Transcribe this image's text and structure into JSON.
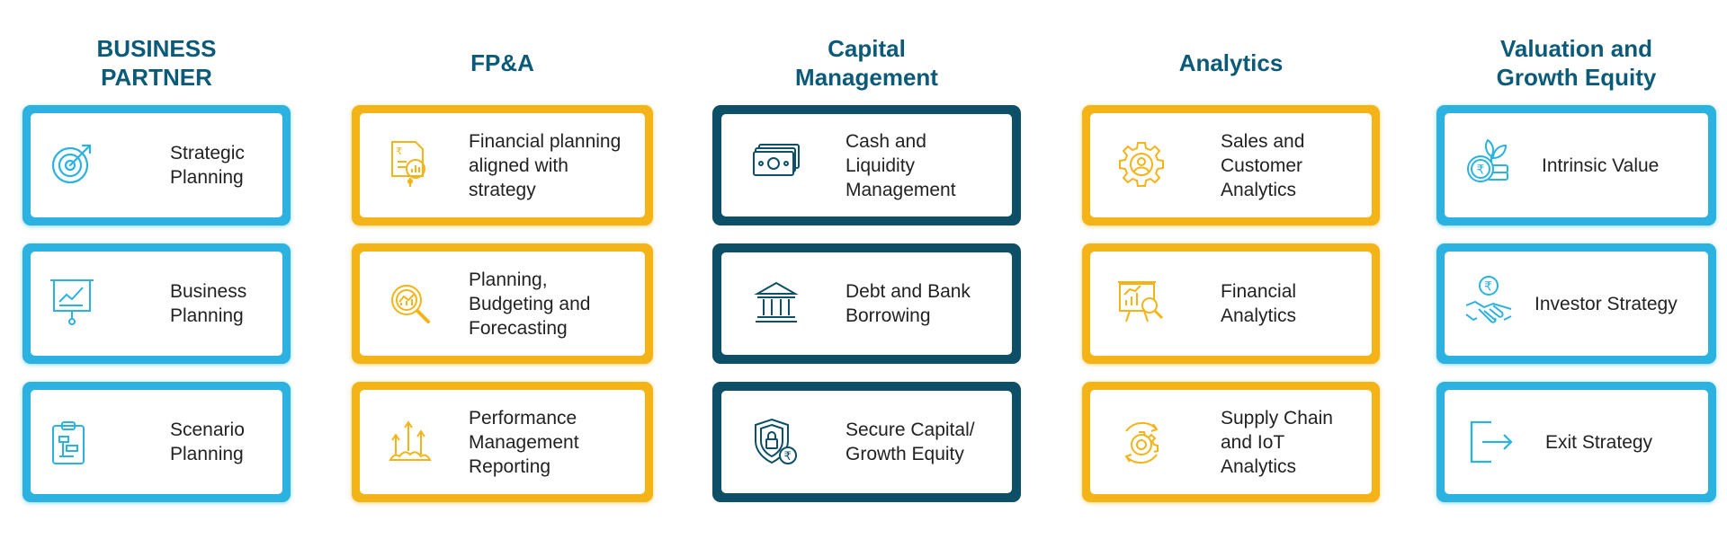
{
  "colors": {
    "blue": "#2bb2e0",
    "gold": "#f4b418",
    "teal": "#0d4f66",
    "title": "#0b5a78"
  },
  "columns": [
    {
      "title": "BUSINESS\nPARTNER",
      "cards": [
        {
          "label": "Strategic\nPlanning",
          "icon": "target-icon"
        },
        {
          "label": "Business\nPlanning",
          "icon": "presentation-board-icon"
        },
        {
          "label": "Scenario\nPlanning",
          "icon": "clipboard-icon"
        }
      ]
    },
    {
      "title": "FP&A",
      "cards": [
        {
          "label": "Financial planning\naligned with\nstrategy",
          "icon": "financial-report-icon"
        },
        {
          "label": "Planning,\nBudgeting and\nForecasting",
          "icon": "analysis-magnifier-icon"
        },
        {
          "label": "Performance\nManagement\nReporting",
          "icon": "growth-arrows-icon"
        }
      ]
    },
    {
      "title": "Capital\nManagement",
      "cards": [
        {
          "label": "Cash and\nLiquidity\nManagement",
          "icon": "cash-notes-icon"
        },
        {
          "label": "Debt and Bank\nBorrowing",
          "icon": "bank-icon"
        },
        {
          "label": "Secure Capital/\nGrowth Equity",
          "icon": "shield-lock-icon"
        }
      ]
    },
    {
      "title": "Analytics",
      "cards": [
        {
          "label": "Sales and\nCustomer\nAnalytics",
          "icon": "gear-user-icon"
        },
        {
          "label": "Financial\nAnalytics",
          "icon": "chart-board-icon"
        },
        {
          "label": "Supply Chain\nand IoT\nAnalytics",
          "icon": "gear-cycle-icon"
        }
      ]
    },
    {
      "title": "Valuation and\nGrowth Equity",
      "cards": [
        {
          "label": "Intrinsic Value",
          "icon": "coin-plant-icon"
        },
        {
          "label": "Investor Strategy",
          "icon": "handshake-coin-icon"
        },
        {
          "label": "Exit Strategy",
          "icon": "exit-door-icon"
        }
      ]
    }
  ]
}
